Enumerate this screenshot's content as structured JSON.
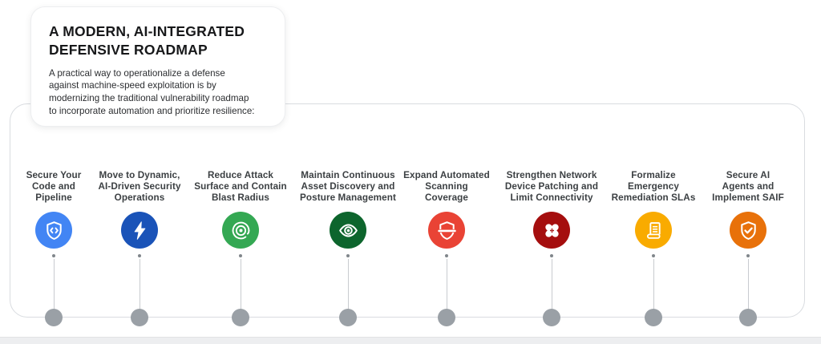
{
  "card": {
    "title": "A MODERN, AI-INTEGRATED\nDEFENSIVE ROADMAP",
    "description": "A practical way to operationalize a defense\nagainst machine-speed exploitation is by\nmodernizing the traditional vulnerability roadmap\nto incorporate automation and prioritize resilience:"
  },
  "roadmap": {
    "items": [
      {
        "label": "Secure Your\nCode and\nPipeline",
        "icon": "shield-code-icon",
        "color": "#4285F4"
      },
      {
        "label": "Move to Dynamic,\nAI-Driven Security\nOperations",
        "icon": "lightning-bolt-icon",
        "color": "#1A53B8"
      },
      {
        "label": "Reduce Attack\nSurface and Contain\nBlast Radius",
        "icon": "at-target-icon",
        "color": "#34A853"
      },
      {
        "label": "Maintain Continuous\nAsset Discovery and\nPosture Management",
        "icon": "eye-icon",
        "color": "#0D652D"
      },
      {
        "label": "Expand Automated\nScanning\nCoverage",
        "icon": "shield-scan-icon",
        "color": "#E94335"
      },
      {
        "label": "Strengthen Network\nDevice Patching and\nLimit Connectivity",
        "icon": "crossed-bandage-icon",
        "color": "#A50E0E"
      },
      {
        "label": "Formalize\nEmergency\nRemediation SLAs",
        "icon": "contract-scroll-icon",
        "color": "#F9AB00"
      },
      {
        "label": "Secure AI\nAgents and\nImplement SAIF",
        "icon": "shield-check-icon",
        "color": "#E8710A"
      }
    ]
  },
  "colors": {
    "timeline_dot": "#9AA0A6",
    "connector_line": "#C8CBCF",
    "panel_border": "#D9DCE0",
    "label_text": "#3C4043"
  }
}
